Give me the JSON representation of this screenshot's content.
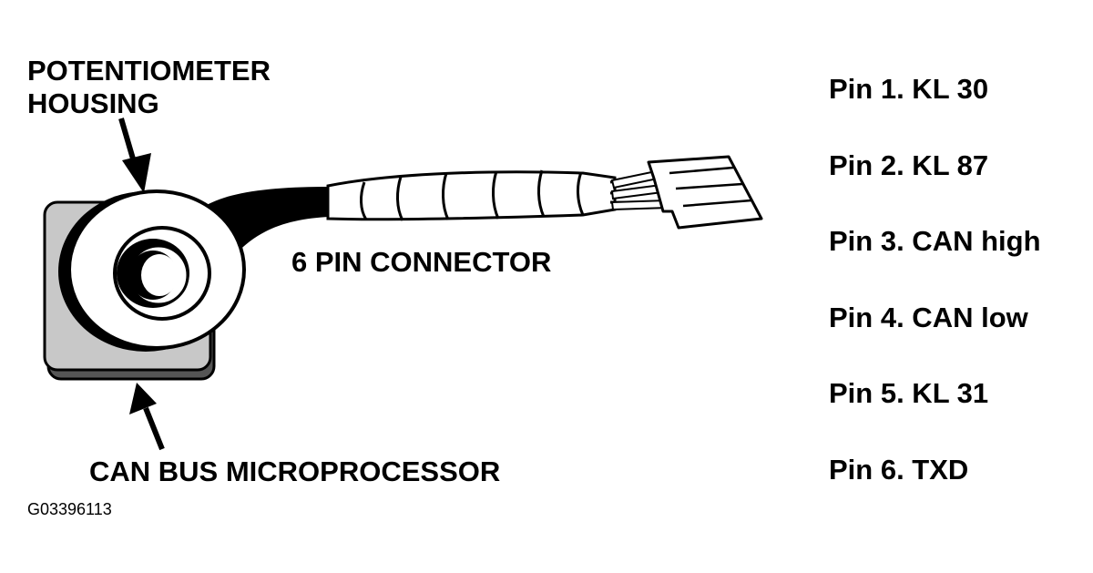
{
  "labels": {
    "potentiometer_line1": "POTENTIOMETER",
    "potentiometer_line2": "HOUSING",
    "connector": "6 PIN CONNECTOR",
    "can_bus": "CAN BUS MICROPROCESSOR",
    "figure_code": "G03396113"
  },
  "pins": [
    "Pin 1. KL 30",
    "Pin 2. KL 87",
    "Pin 3. CAN high",
    "Pin 4. CAN low",
    "Pin 5. KL 31",
    "Pin 6. TXD"
  ],
  "colors": {
    "ink": "#000000",
    "housing_gray": "#c8c8c8",
    "housing_shadow": "#555555",
    "paper": "#ffffff"
  }
}
